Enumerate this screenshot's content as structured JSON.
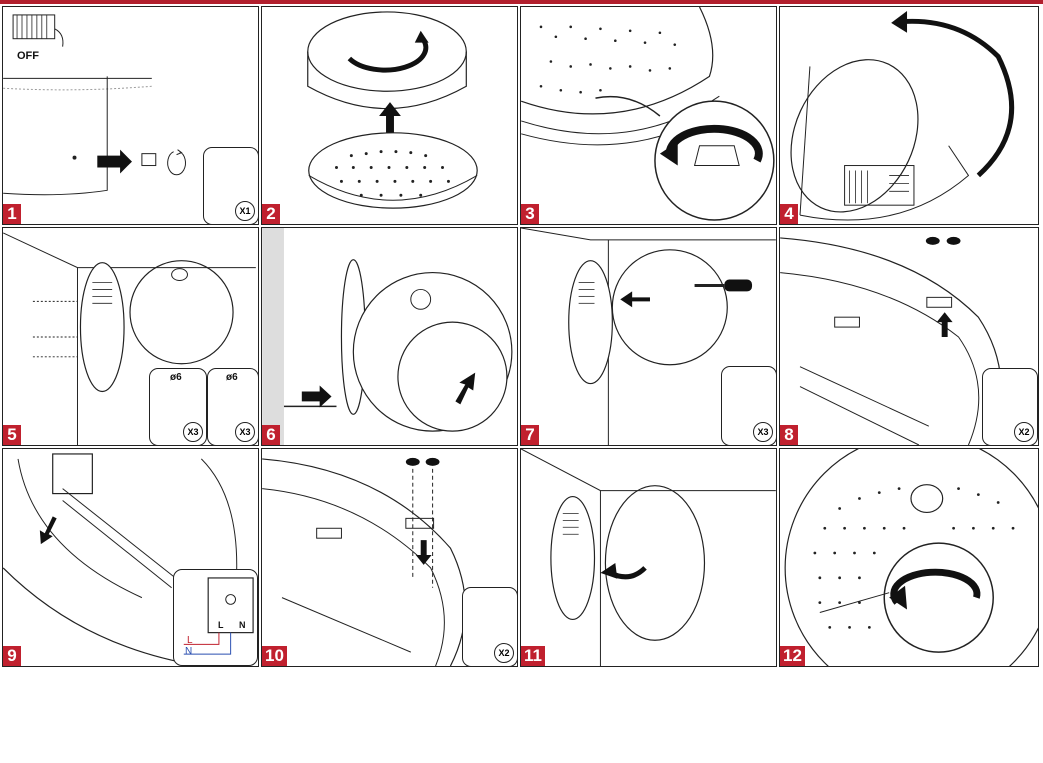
{
  "document": {
    "steps": [
      {
        "number": "1"
      },
      {
        "number": "2"
      },
      {
        "number": "3"
      },
      {
        "number": "4"
      },
      {
        "number": "5"
      },
      {
        "number": "6"
      },
      {
        "number": "7"
      },
      {
        "number": "8"
      },
      {
        "number": "9"
      },
      {
        "number": "10"
      },
      {
        "number": "11"
      },
      {
        "number": "12"
      }
    ],
    "switch_label": "OFF",
    "qty_hex_key": "X1",
    "qty_drill": "X3",
    "qty_hammer": "X3",
    "drill_size": "ø6",
    "plug_size": "ø6",
    "qty_screwdriver_7": "X3",
    "qty_screwdriver_8": "X2",
    "qty_screwdriver_10": "X2",
    "terminal_L": "L",
    "terminal_N": "N",
    "wire_L": "L",
    "wire_N": "N"
  },
  "colors": {
    "accent_red": "#c0202e",
    "live_wire": "#c0202e",
    "neutral_wire": "#2a4fb0"
  }
}
